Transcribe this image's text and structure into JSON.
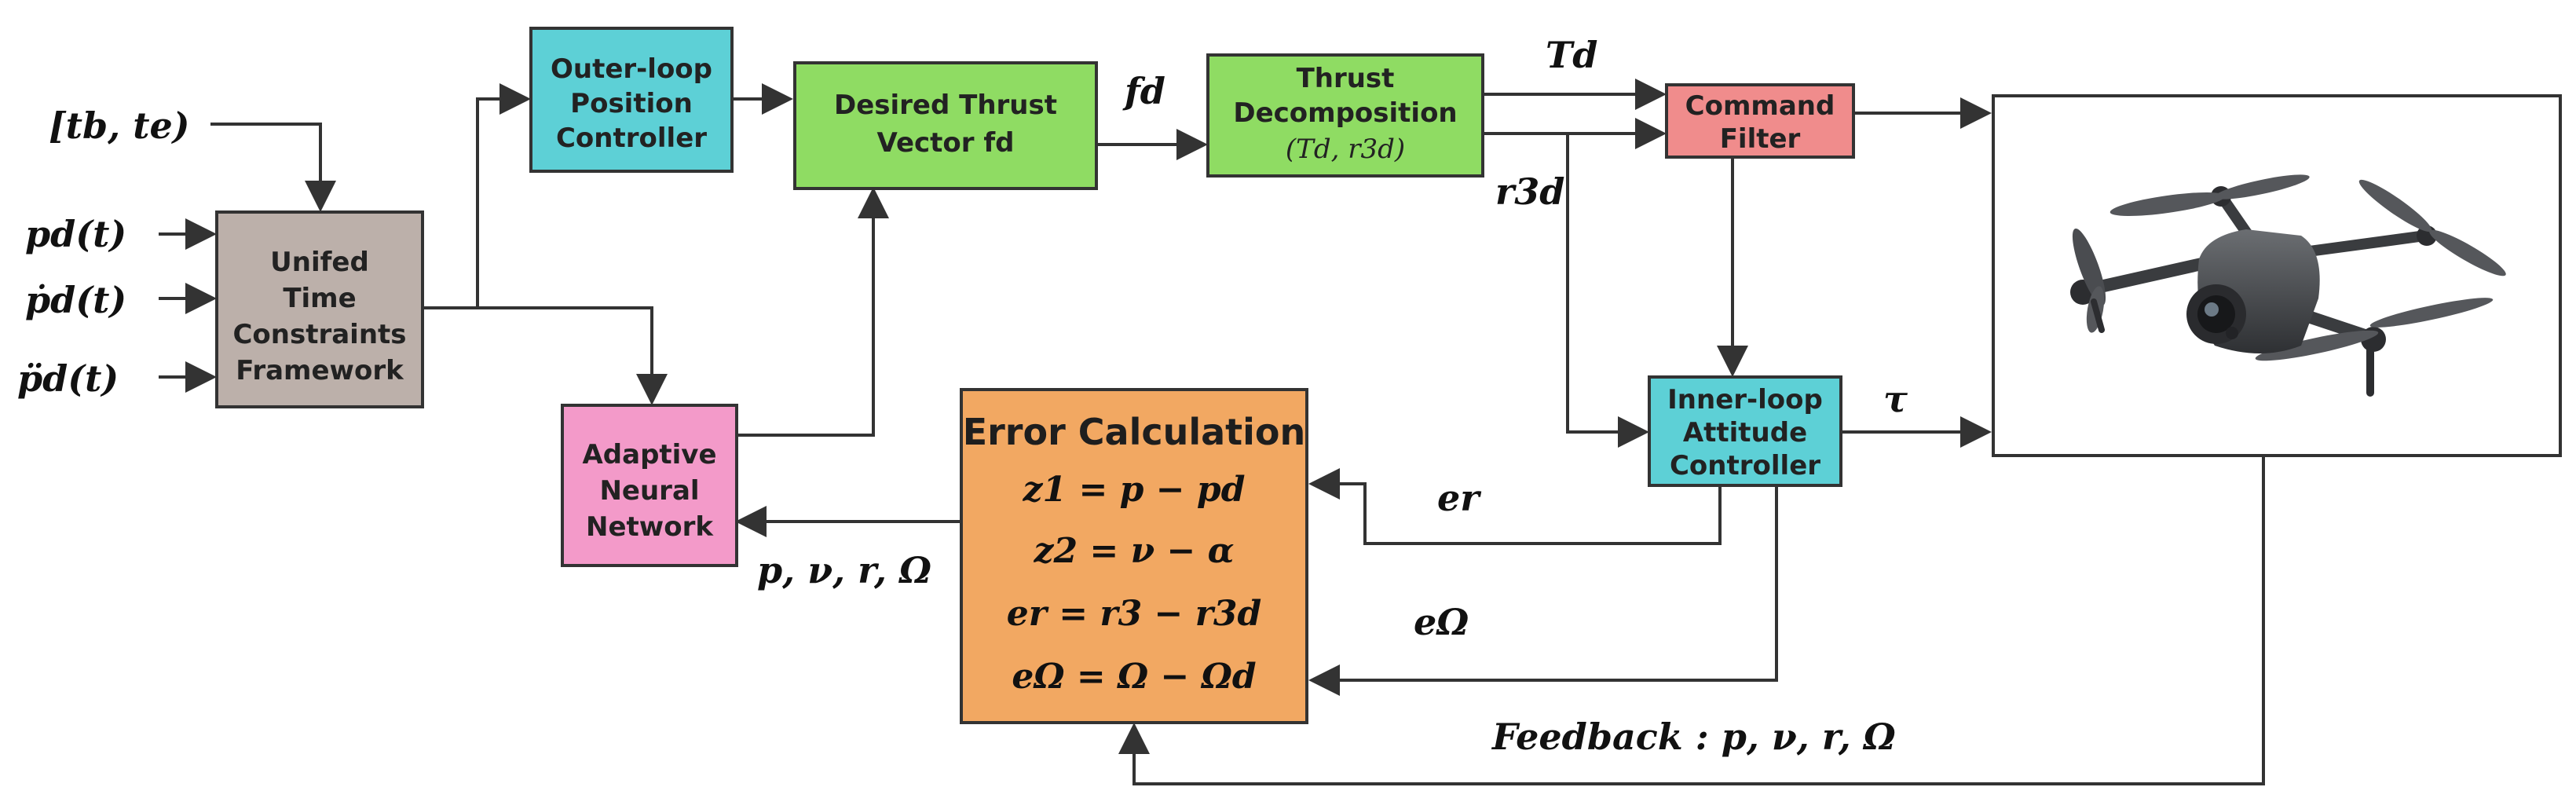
{
  "colors": {
    "unified": "#bcb0aa",
    "outer": "#5dd0d6",
    "thrust": "#8fdc63",
    "command": "#f08c8c",
    "inner": "#5dd0d6",
    "adaptive": "#f39ac9",
    "error": "#f2a862",
    "stroke": "#333333"
  },
  "inputs": {
    "time_window": "[tb, te)",
    "pd": "pd(t)",
    "pd_dot": "ṗd(t)",
    "pd_ddot": "p̈d(t)"
  },
  "blocks": {
    "unified": [
      "Unifed",
      "Time",
      "Constraints",
      "Framework"
    ],
    "outer": [
      "Outer-loop",
      "Position",
      "Controller"
    ],
    "thrust": [
      "Desired Thrust",
      "Vector fd"
    ],
    "decomp": [
      "Thrust",
      "Decomposition",
      "(Td, r3d)"
    ],
    "command": [
      "Command",
      "Filter"
    ],
    "inner": [
      "Inner-loop",
      "Attitude",
      "Controller"
    ],
    "adaptive": [
      "Adaptive",
      "Neural",
      "Network"
    ]
  },
  "error_block": {
    "title": "Error Calculation",
    "equations": [
      "z1 = p − pd",
      "z2 = ν − α",
      "er = r3 − r3d",
      "eΩ = Ω − Ωd"
    ]
  },
  "signals": {
    "fd": "fd",
    "Td": "Td",
    "r3d": "r3d",
    "tau": "τ",
    "er": "er",
    "eOmega": "eΩ",
    "states": "p, ν, r, Ω",
    "feedback": "Feedback : p, ν, r, Ω"
  },
  "drone_icon": "quadcopter-drone-icon"
}
